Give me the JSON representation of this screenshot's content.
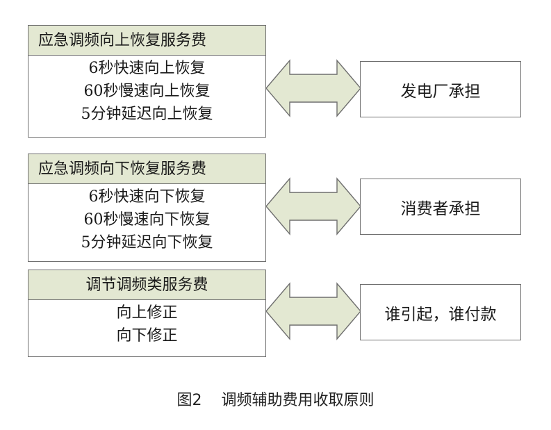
{
  "groups": [
    {
      "header": "应急调频向上恢复服务费",
      "items": [
        "6秒快速向上恢复",
        "60秒慢速向上恢复",
        "5分钟延迟向上恢复"
      ],
      "result": "发电厂承担"
    },
    {
      "header": "应急调频向下恢复服务费",
      "items": [
        "6秒快速向下恢复",
        "60秒慢速向下恢复",
        "5分钟延迟向下恢复"
      ],
      "result": "消费者承担"
    },
    {
      "header": "调节调频类服务费",
      "items": [
        "向上修正",
        "向下修正"
      ],
      "result": "谁引起，谁付款"
    }
  ],
  "caption": {
    "number": "图2",
    "text": "调频辅助费用收取原则"
  },
  "colors": {
    "header_fill": "#e3e8d2",
    "arrow_fill": "#e3e8d2",
    "border": "#6f6f6f"
  },
  "icons": {
    "connector": "double-arrow-icon"
  }
}
